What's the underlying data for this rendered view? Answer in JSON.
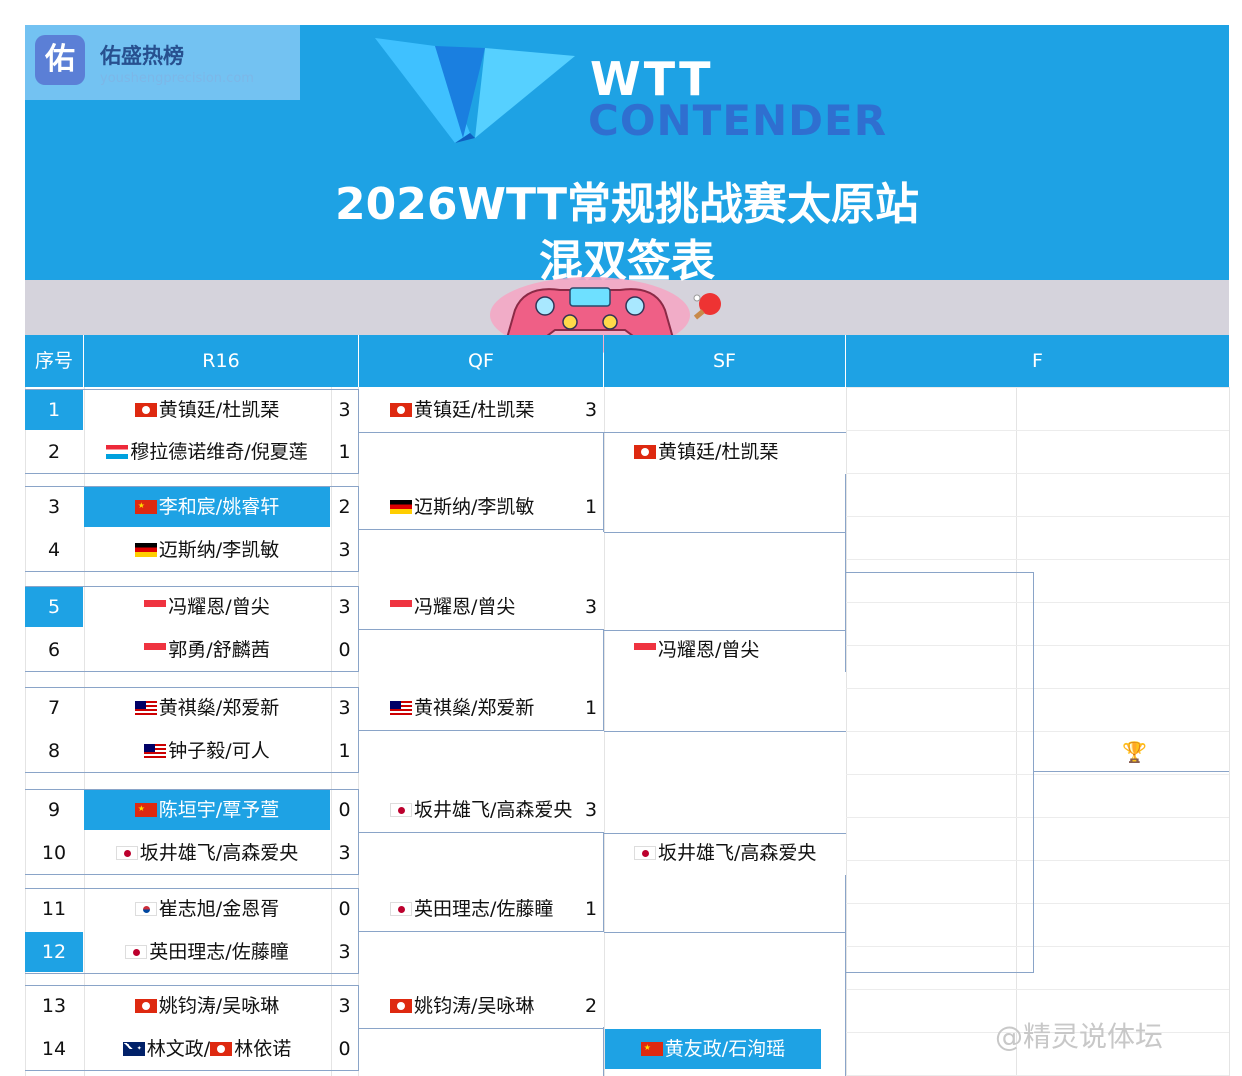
{
  "watermark": {
    "icon_char": "佑",
    "name": "佑盛热榜",
    "url": "youshengprecision.com"
  },
  "logo": {
    "wtt": "WTT",
    "contender": "CONTENDER"
  },
  "title": {
    "line1": "2026WTT常规挑战赛太原站",
    "line2": "混双签表"
  },
  "headers": {
    "seed": "序号",
    "r16": "R16",
    "qf": "QF",
    "sf": "SF",
    "f": "F"
  },
  "colors": {
    "accent": "#1ea2e4",
    "grey_band": "#d5d3dc",
    "bracket_line": "#8aa4c8"
  },
  "r16": [
    {
      "seed": "1",
      "flag": "hk",
      "name": "黄镇廷/杜凯琹",
      "score": "3",
      "seed_hl": true,
      "name_hl": false
    },
    {
      "seed": "2",
      "flag": "lu",
      "name": "穆拉德诺维奇/倪夏莲",
      "score": "1",
      "seed_hl": false,
      "name_hl": false
    },
    {
      "seed": "3",
      "flag": "cn",
      "name": "李和宸/姚睿轩",
      "score": "2",
      "seed_hl": false,
      "name_hl": true
    },
    {
      "seed": "4",
      "flag": "de",
      "name": "迈斯纳/李凯敏",
      "score": "3",
      "seed_hl": false,
      "name_hl": false
    },
    {
      "seed": "5",
      "flag": "sg",
      "name": "冯耀恩/曾尖",
      "score": "3",
      "seed_hl": true,
      "name_hl": false
    },
    {
      "seed": "6",
      "flag": "sg",
      "name": "郭勇/舒麟茜",
      "score": "0",
      "seed_hl": false,
      "name_hl": false
    },
    {
      "seed": "7",
      "flag": "my",
      "name": "黄祺燊/郑爱新",
      "score": "3",
      "seed_hl": false,
      "name_hl": false
    },
    {
      "seed": "8",
      "flag": "my",
      "name": "钟子毅/可人",
      "score": "1",
      "seed_hl": false,
      "name_hl": false
    },
    {
      "seed": "9",
      "flag": "cn",
      "name": "陈垣宇/覃予萱",
      "score": "0",
      "seed_hl": false,
      "name_hl": true
    },
    {
      "seed": "10",
      "flag": "jp",
      "name": "坂井雄飞/高森爱央",
      "score": "3",
      "seed_hl": false,
      "name_hl": false
    },
    {
      "seed": "11",
      "flag": "kr",
      "name": "崔志旭/金恩胥",
      "score": "0",
      "seed_hl": false,
      "name_hl": false
    },
    {
      "seed": "12",
      "flag": "jp",
      "name": "英田理志/佐藤瞳",
      "score": "3",
      "seed_hl": true,
      "name_hl": false
    },
    {
      "seed": "13",
      "flag": "hk",
      "name": "姚钧涛/吴咏琳",
      "score": "3",
      "seed_hl": false,
      "name_hl": false
    },
    {
      "seed": "14",
      "flag": "au",
      "flag2": "hk",
      "name_a": "林文政/",
      "name_b": "林依诺",
      "score": "0",
      "seed_hl": false,
      "name_hl": false
    }
  ],
  "qf": [
    {
      "flag": "hk",
      "name": "黄镇廷/杜凯琹",
      "score": "3"
    },
    {
      "flag": "de",
      "name": "迈斯纳/李凯敏",
      "score": "1"
    },
    {
      "flag": "sg",
      "name": "冯耀恩/曾尖",
      "score": "3"
    },
    {
      "flag": "my",
      "name": "黄祺燊/郑爱新",
      "score": "1"
    },
    {
      "flag": "jp",
      "name": "坂井雄飞/高森爱央",
      "score": "3"
    },
    {
      "flag": "jp",
      "name": "英田理志/佐藤瞳",
      "score": "1"
    },
    {
      "flag": "hk",
      "name": "姚钧涛/吴咏琳",
      "score": "2"
    }
  ],
  "sf": [
    {
      "flag": "hk",
      "name": "黄镇廷/杜凯琹",
      "highlight": false
    },
    {
      "flag": "sg",
      "name": "冯耀恩/曾尖",
      "highlight": false
    },
    {
      "flag": "jp",
      "name": "坂井雄飞/高森爱央",
      "highlight": false
    },
    {
      "flag": "cn",
      "name": "黄友政/石洵瑶",
      "highlight": true
    }
  ],
  "trophy_icon": "trophy-icon",
  "footer_watermark": "@精灵说体坛"
}
